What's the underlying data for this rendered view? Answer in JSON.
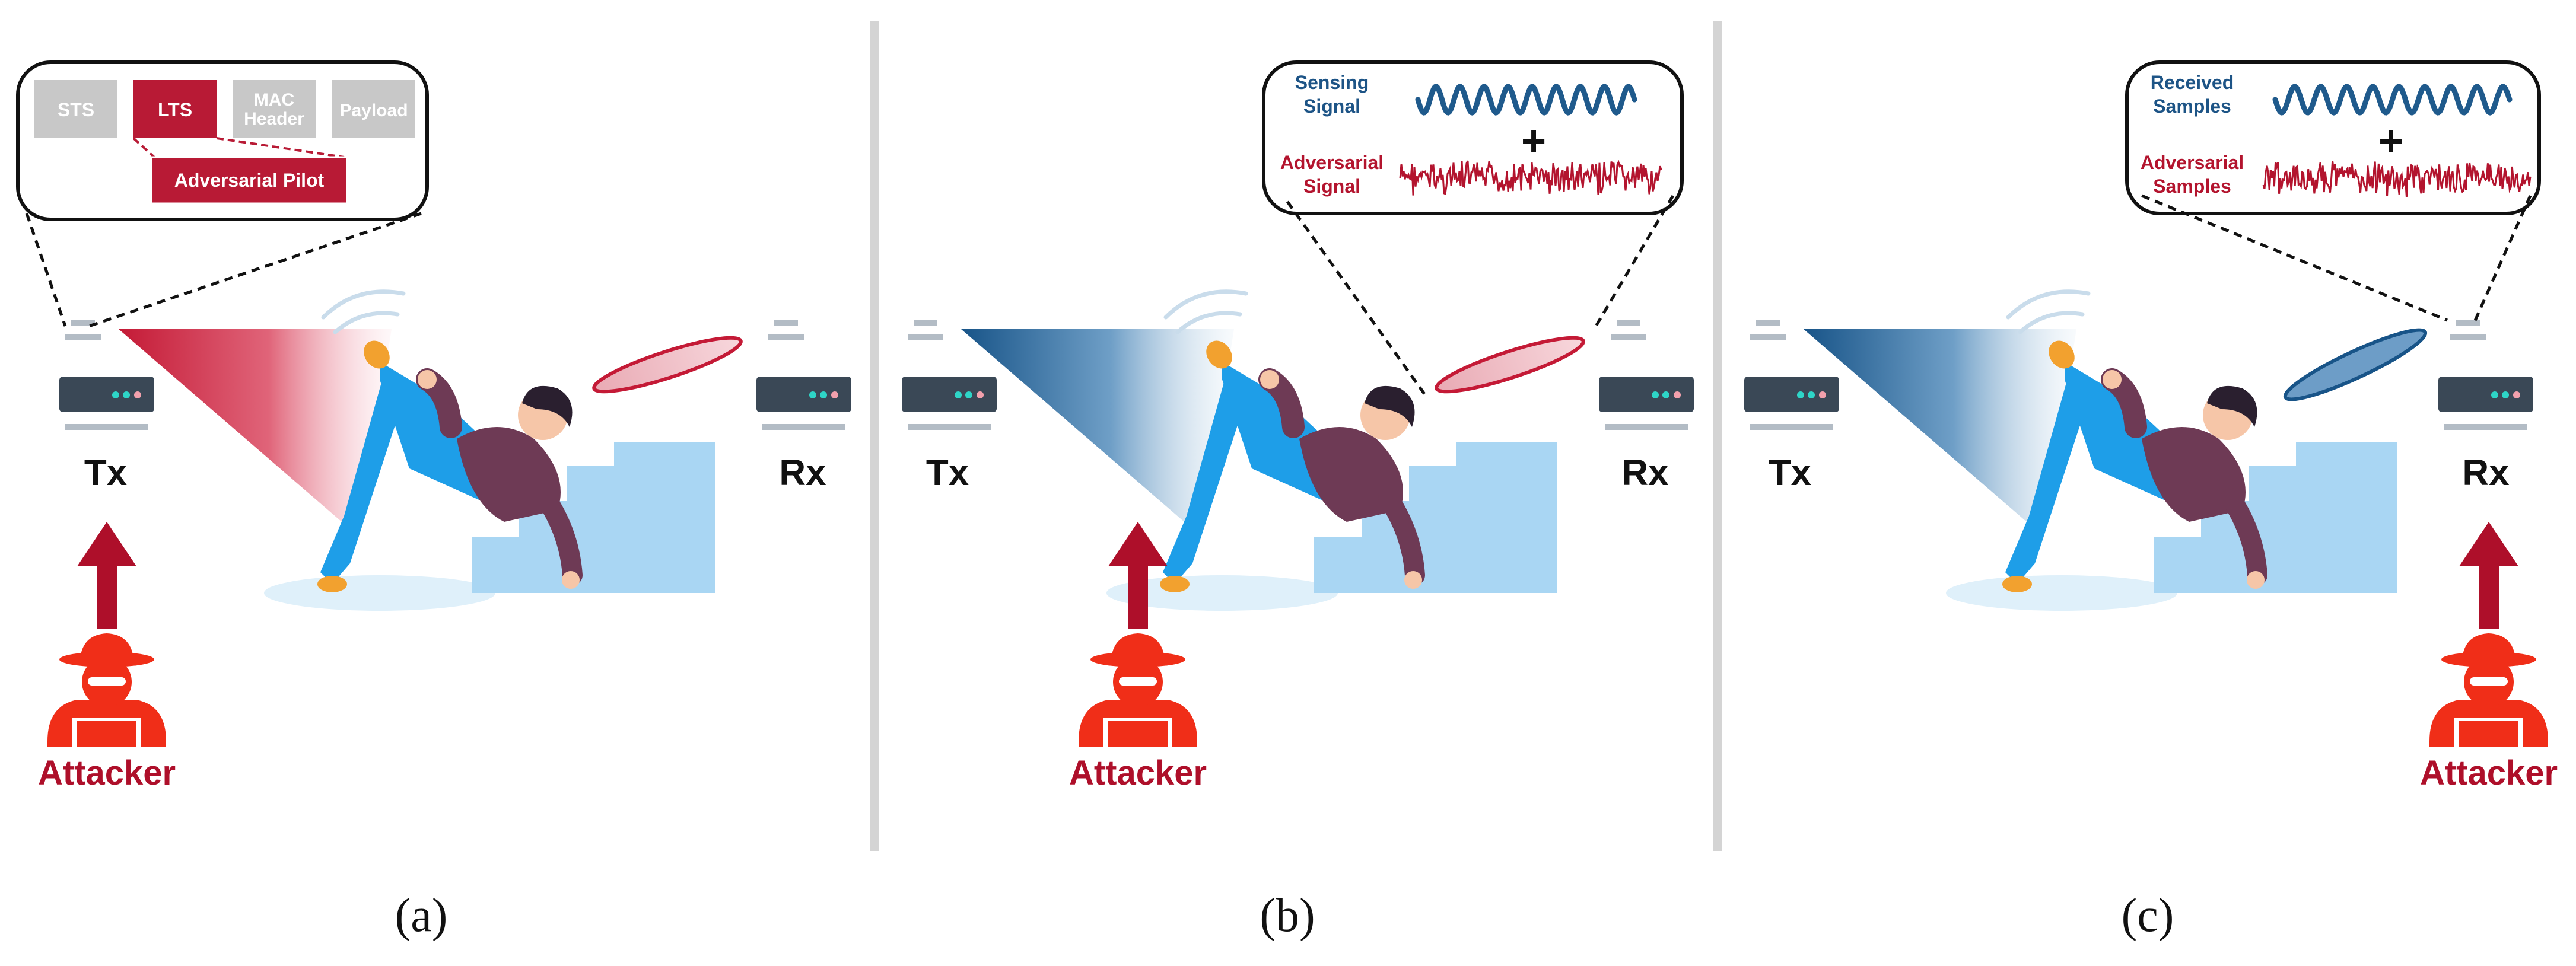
{
  "colors": {
    "attacker_red": "#ae0f2a",
    "attacker_figure": "#f02e18",
    "blue_text": "#1d5486",
    "wave_blue": "#1f5a8c",
    "noise_red": "#b3142e",
    "router_body": "#3a4856",
    "router_antenna": "#b3bcc5",
    "beam_red": "#c41a36",
    "beam_blue": "#185488",
    "stairs": "#a9d6f3",
    "person_shirt": "#6e3a55",
    "person_pants": "#1e9ee8",
    "divider": "#d4d4d4",
    "packet_gray": "#c8c8c8",
    "packet_red": "#b81a35"
  },
  "panels": [
    {
      "tx_label": "Tx",
      "rx_label": "Rx",
      "attacker_label": "Attacker",
      "caption": "(a)",
      "packet": {
        "fields": [
          "STS",
          "LTS",
          "MAC\nHeader",
          "Payload"
        ],
        "highlighted_field": "LTS",
        "pilot_label": "Adversarial Pilot"
      }
    },
    {
      "tx_label": "Tx",
      "rx_label": "Rx",
      "attacker_label": "Attacker",
      "caption": "(b)",
      "callout": {
        "top_label": "Sensing\nSignal",
        "plus": "+",
        "bottom_label": "Adversarial\nSignal"
      }
    },
    {
      "tx_label": "Tx",
      "rx_label": "Rx",
      "attacker_label": "Attacker",
      "caption": "(c)",
      "callout": {
        "top_label": "Received\nSamples",
        "plus": "+",
        "bottom_label": "Adversarial\nSamples"
      }
    }
  ]
}
